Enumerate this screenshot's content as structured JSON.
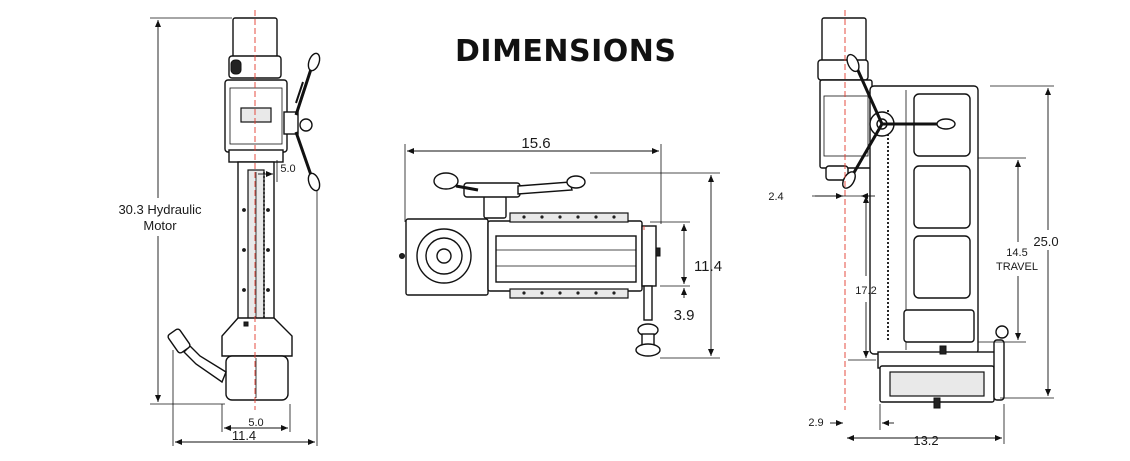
{
  "title": "DIMENSIONS",
  "left_view": {
    "height_label_line1": "30.3 Hydraulic",
    "height_label_line2": "Motor",
    "spindle_offset": "5.0",
    "base_width": "5.0",
    "overall_width": "11.4"
  },
  "middle_view": {
    "table_length": "15.6",
    "table_depth": "11.4",
    "handle_offset": "3.9"
  },
  "right_view": {
    "head_offset": "2.4",
    "column_height": "25.0",
    "travel_value": "14.5",
    "travel_label": "TRAVEL",
    "spindle_height": "17.2",
    "base_offset": "2.9",
    "overall_depth": "13.2"
  },
  "colors": {
    "centerline": "#e23b2e",
    "line": "#111111"
  }
}
